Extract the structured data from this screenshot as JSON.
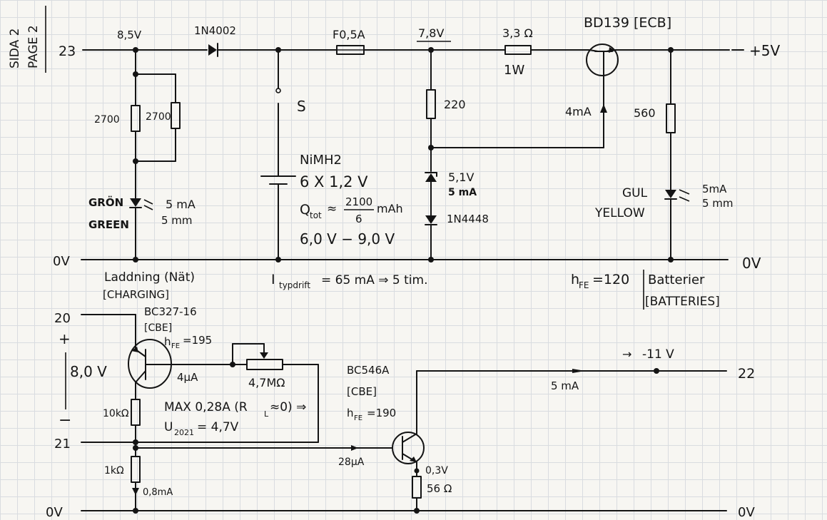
{
  "sheet": {
    "side": "SIDA 2",
    "page": "PAGE 2"
  },
  "terminals": {
    "t23": "23",
    "t20": "20",
    "t21": "21",
    "t22": "22",
    "plus5": "+5V",
    "zero": "0V"
  },
  "top_rail": {
    "v_85": "8,5V",
    "diode": "1N4002",
    "fuse": "F0,5A",
    "v_78": "7,8V",
    "res": "3,3 Ω",
    "res_power": "1W",
    "transistor": "BD139 [ECB]"
  },
  "green_led_branch": {
    "r1": "2700",
    "r2": "2700",
    "led_sv": "GRÖN",
    "led_en": "GREEN",
    "led_i": "5 mA",
    "led_size": "5 mm"
  },
  "switch": {
    "label": "S"
  },
  "battery": {
    "type": "NiMH2",
    "cells": "6 X 1,2 V",
    "q_prefix": "Q",
    "q_sub": "tot",
    "q_approx": "≈",
    "q_num": "2100",
    "q_den": "6",
    "q_unit": "mAh",
    "range": "6,0 V − 9,0 V"
  },
  "regulator": {
    "r220": "220",
    "zener": "5,1V",
    "zener_i": "5 mA",
    "diode": "1N4448",
    "base_i": "4mA"
  },
  "yellow_led_branch": {
    "r560": "560",
    "led_sv": "GUL",
    "led_en": "YELLOW",
    "led_i": "5mA",
    "led_size": "5 mm"
  },
  "notes": {
    "i_prefix": "I",
    "i_sub": "typdrift",
    "i_text": "= 65 mA ⇒ 5 tim.",
    "hfe_prefix": "h",
    "hfe_sub": "FE",
    "hfe_val": "=120",
    "batt_sv": "Batterier",
    "batt_en": "[BATTERIES]"
  },
  "charging": {
    "title_sv": "Laddning (Nät)",
    "title_en": "[CHARGING]",
    "transistor": "BC327-16",
    "pinout": "[CBE]",
    "hfe_prefix": "h",
    "hfe_sub": "FE",
    "hfe_val": "=195",
    "base_i": "4μA",
    "pot": "4,7MΩ",
    "plus": "+",
    "minus": "−",
    "v_in": "8,0 V",
    "max_a": "MAX 0,28A (R",
    "max_sub": "L",
    "max_b": "≈0) ⇒",
    "u_prefix": "U",
    "u_sub": "2021",
    "u_val": "= 4,7V",
    "r10k": "10kΩ",
    "r1k": "1kΩ",
    "i_1k": "0,8mA"
  },
  "output_stage": {
    "transistor": "BC546A",
    "pinout": "[CBE]",
    "hfe_prefix": "h",
    "hfe_sub": "FE",
    "hfe_val": "=190",
    "base_i": "28μA",
    "v_e": "0,3V",
    "r_e": "56 Ω",
    "i_c": "5 mA",
    "v_out": "-11 V",
    "arrow": "→"
  }
}
